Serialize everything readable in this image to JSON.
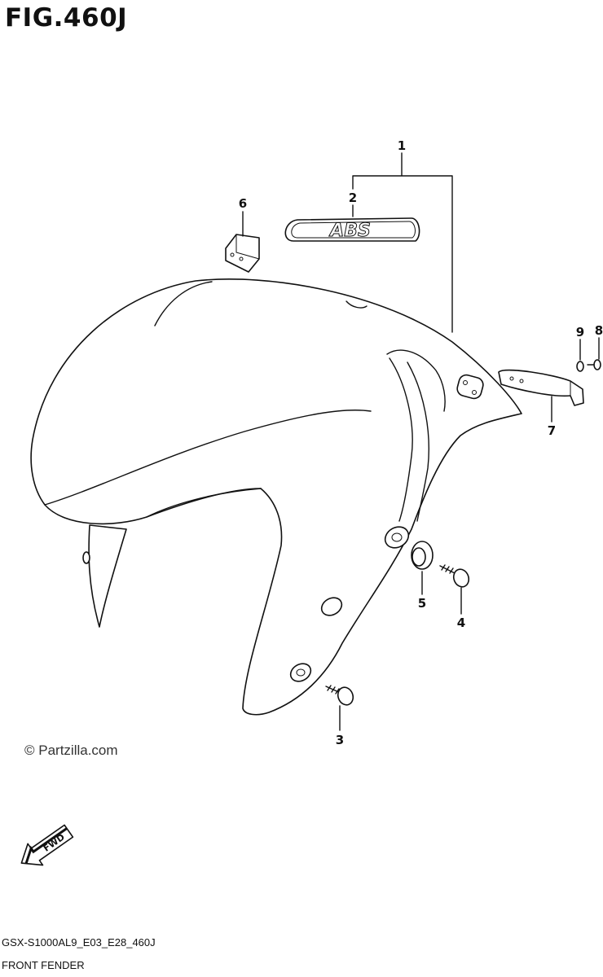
{
  "figure": {
    "title": "FIG.460J",
    "watermark": "© Partzilla.com",
    "model_code": "GSX-S1000AL9_E03_E28_460J",
    "section_name": "FRONT FENDER"
  },
  "callouts": [
    {
      "id": "1",
      "label": "1"
    },
    {
      "id": "2",
      "label": "2"
    },
    {
      "id": "3",
      "label": "3"
    },
    {
      "id": "4",
      "label": "4"
    },
    {
      "id": "5",
      "label": "5"
    },
    {
      "id": "6",
      "label": "6"
    },
    {
      "id": "7",
      "label": "7"
    },
    {
      "id": "8",
      "label": "8"
    },
    {
      "id": "9",
      "label": "9"
    }
  ],
  "decal_text": "ABS",
  "direction_arrow": "FWD",
  "icons": [
    "fender-drawing",
    "abs-decal-drawing",
    "bracket-drawing",
    "bolt-drawing",
    "grommet-drawing",
    "washer-drawing",
    "fwd-arrow-icon"
  ]
}
